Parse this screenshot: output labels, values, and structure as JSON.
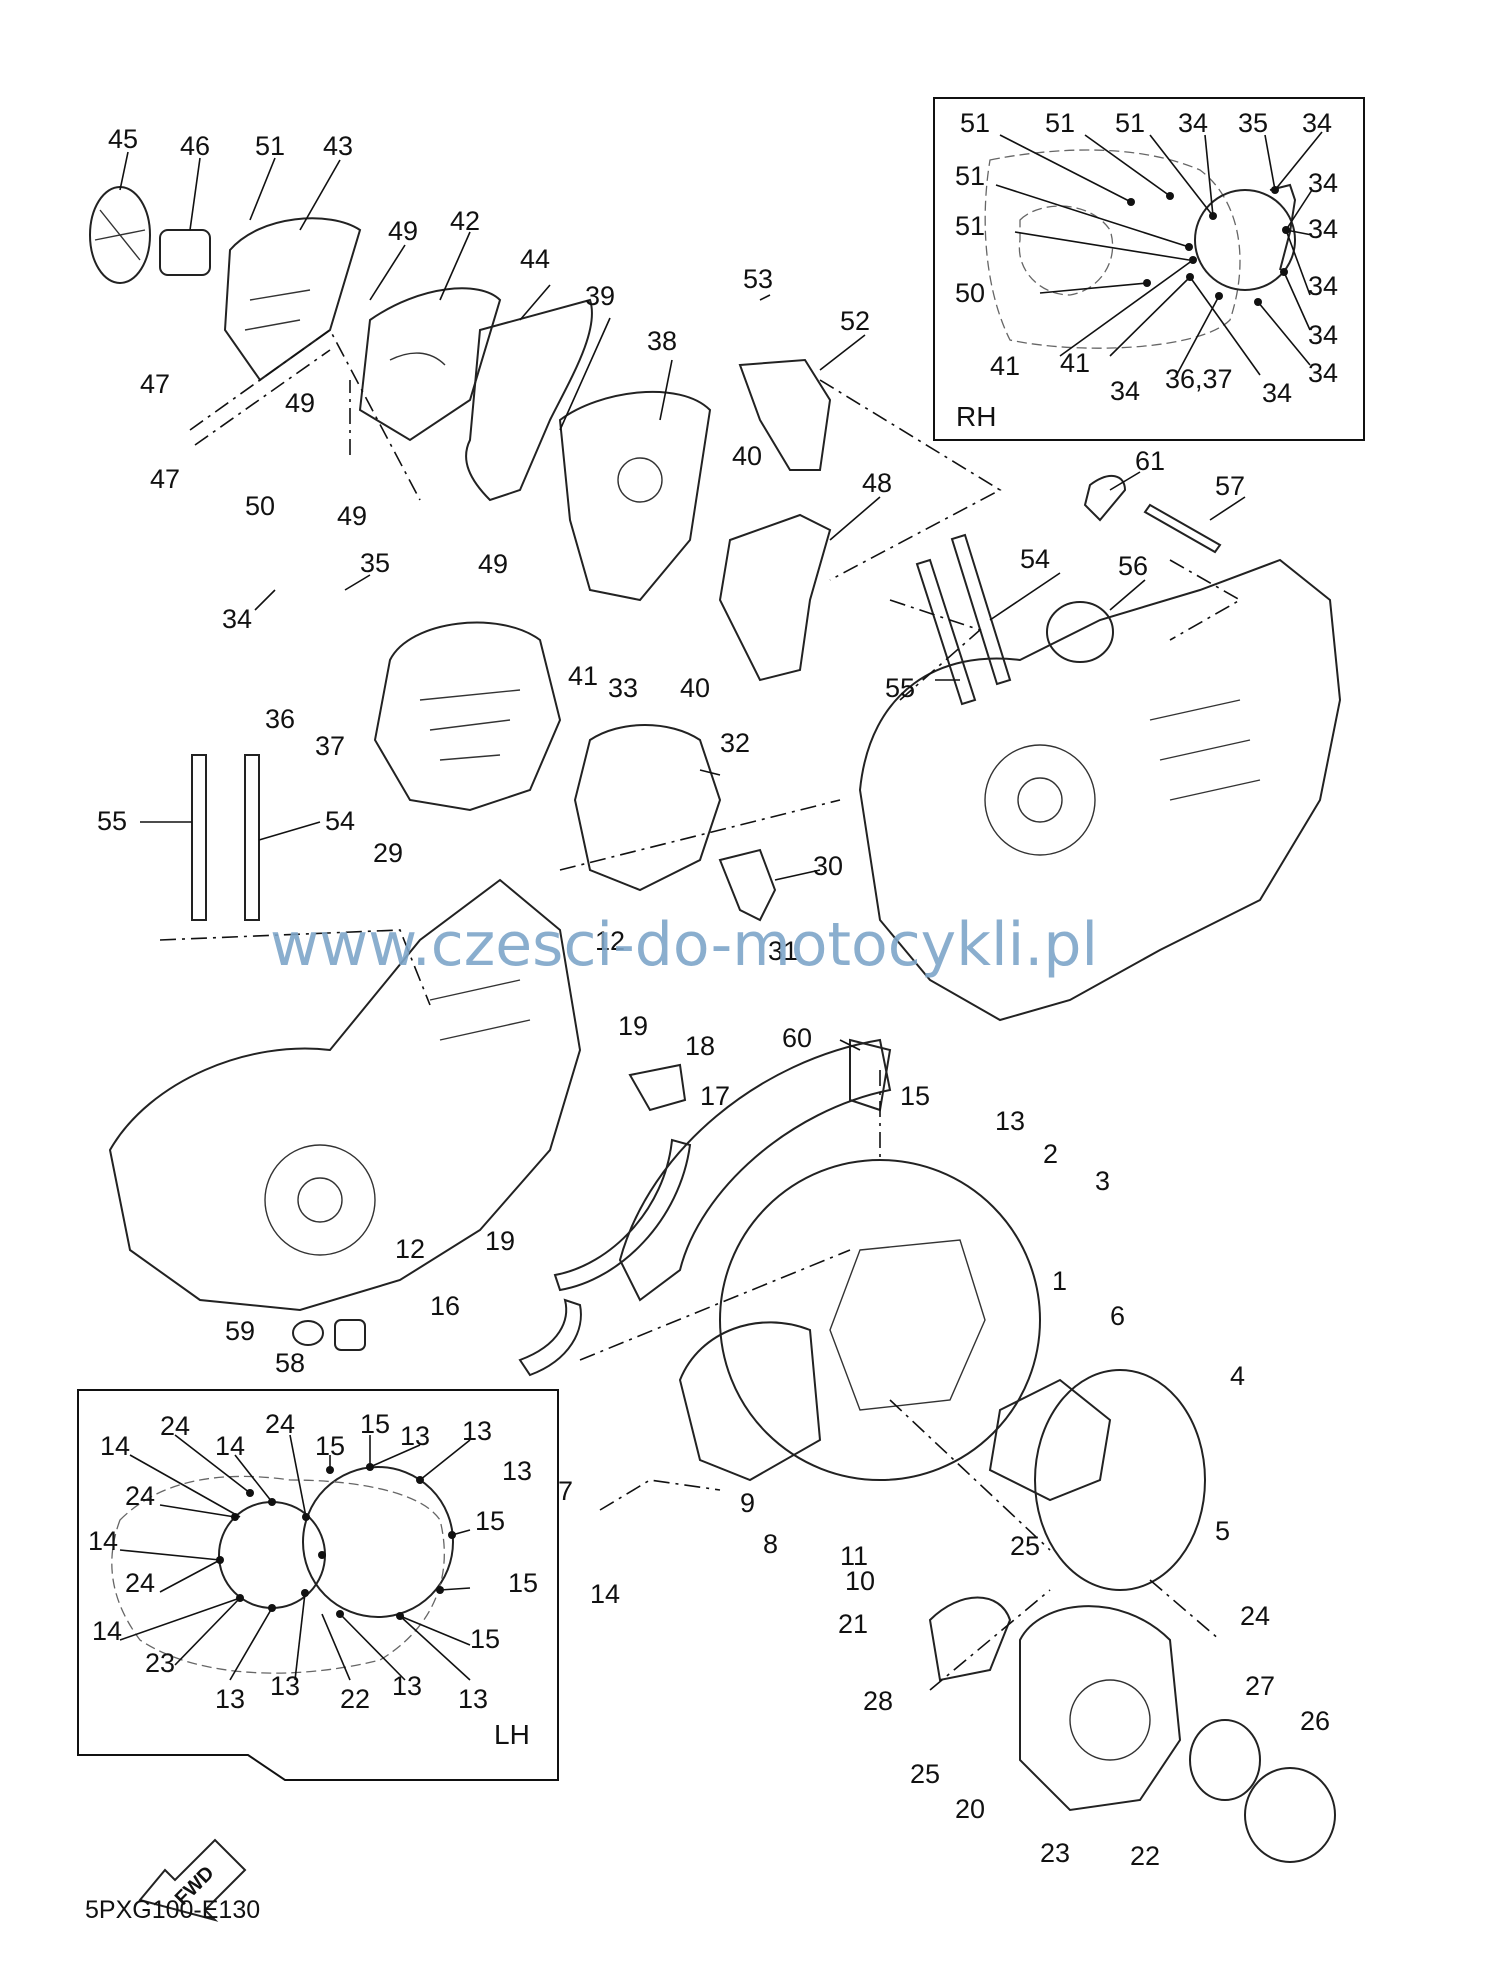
{
  "diagram": {
    "code": "5PXG100-E130",
    "watermark": "www.czesci-do-motocykli.pl",
    "fwd_label": "FWD",
    "main_callouts": [
      "45",
      "46",
      "51",
      "43",
      "49",
      "42",
      "44",
      "39",
      "38",
      "53",
      "52",
      "47",
      "49",
      "47",
      "50",
      "49",
      "49",
      "40",
      "48",
      "61",
      "57",
      "54",
      "56",
      "35",
      "34",
      "41",
      "33",
      "40",
      "36",
      "37",
      "55",
      "32",
      "55",
      "54",
      "29",
      "30",
      "31",
      "12",
      "19",
      "18",
      "60",
      "15",
      "17",
      "13",
      "2",
      "3",
      "12",
      "19",
      "16",
      "59",
      "58",
      "1",
      "6",
      "4",
      "9",
      "8",
      "11",
      "10",
      "14",
      "7",
      "5",
      "25",
      "21",
      "24",
      "28",
      "27",
      "26",
      "25",
      "20",
      "23",
      "22"
    ],
    "inset_rh": {
      "label": "RH",
      "callouts": [
        "51",
        "51",
        "51",
        "34",
        "35",
        "34",
        "51",
        "34",
        "51",
        "34",
        "50",
        "34",
        "34",
        "41",
        "41",
        "34",
        "36,37",
        "34",
        "34"
      ]
    },
    "inset_lh": {
      "label": "LH",
      "callouts": [
        "14",
        "24",
        "14",
        "24",
        "15",
        "15",
        "13",
        "13",
        "13",
        "24",
        "15",
        "14",
        "24",
        "15",
        "14",
        "15",
        "23",
        "13",
        "13",
        "22",
        "13",
        "13"
      ]
    }
  }
}
